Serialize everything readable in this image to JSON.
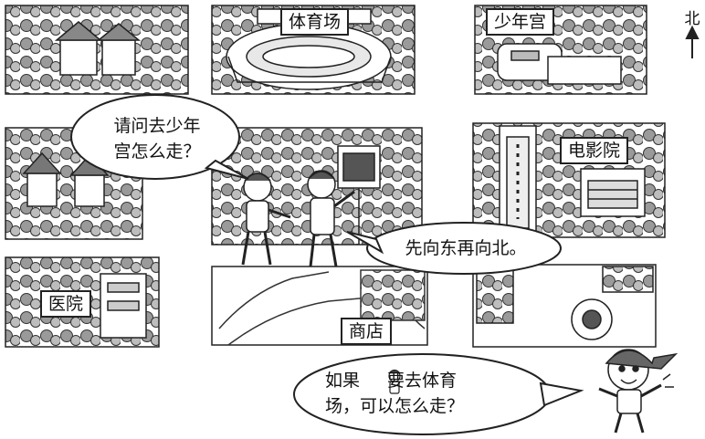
{
  "compass": {
    "north": "北"
  },
  "places": {
    "stadium": "体育场",
    "youth_palace": "少年宫",
    "cinema": "电影院",
    "hospital": "医院",
    "shop": "商店"
  },
  "dialog": {
    "question_line1": "请问去少年",
    "question_line2": "宫怎么走？",
    "answer": "先向东再向北。",
    "prompt_line1_a": "如果",
    "prompt_line1_b": "要去体育",
    "prompt_line2": "场，可以怎么走？"
  }
}
